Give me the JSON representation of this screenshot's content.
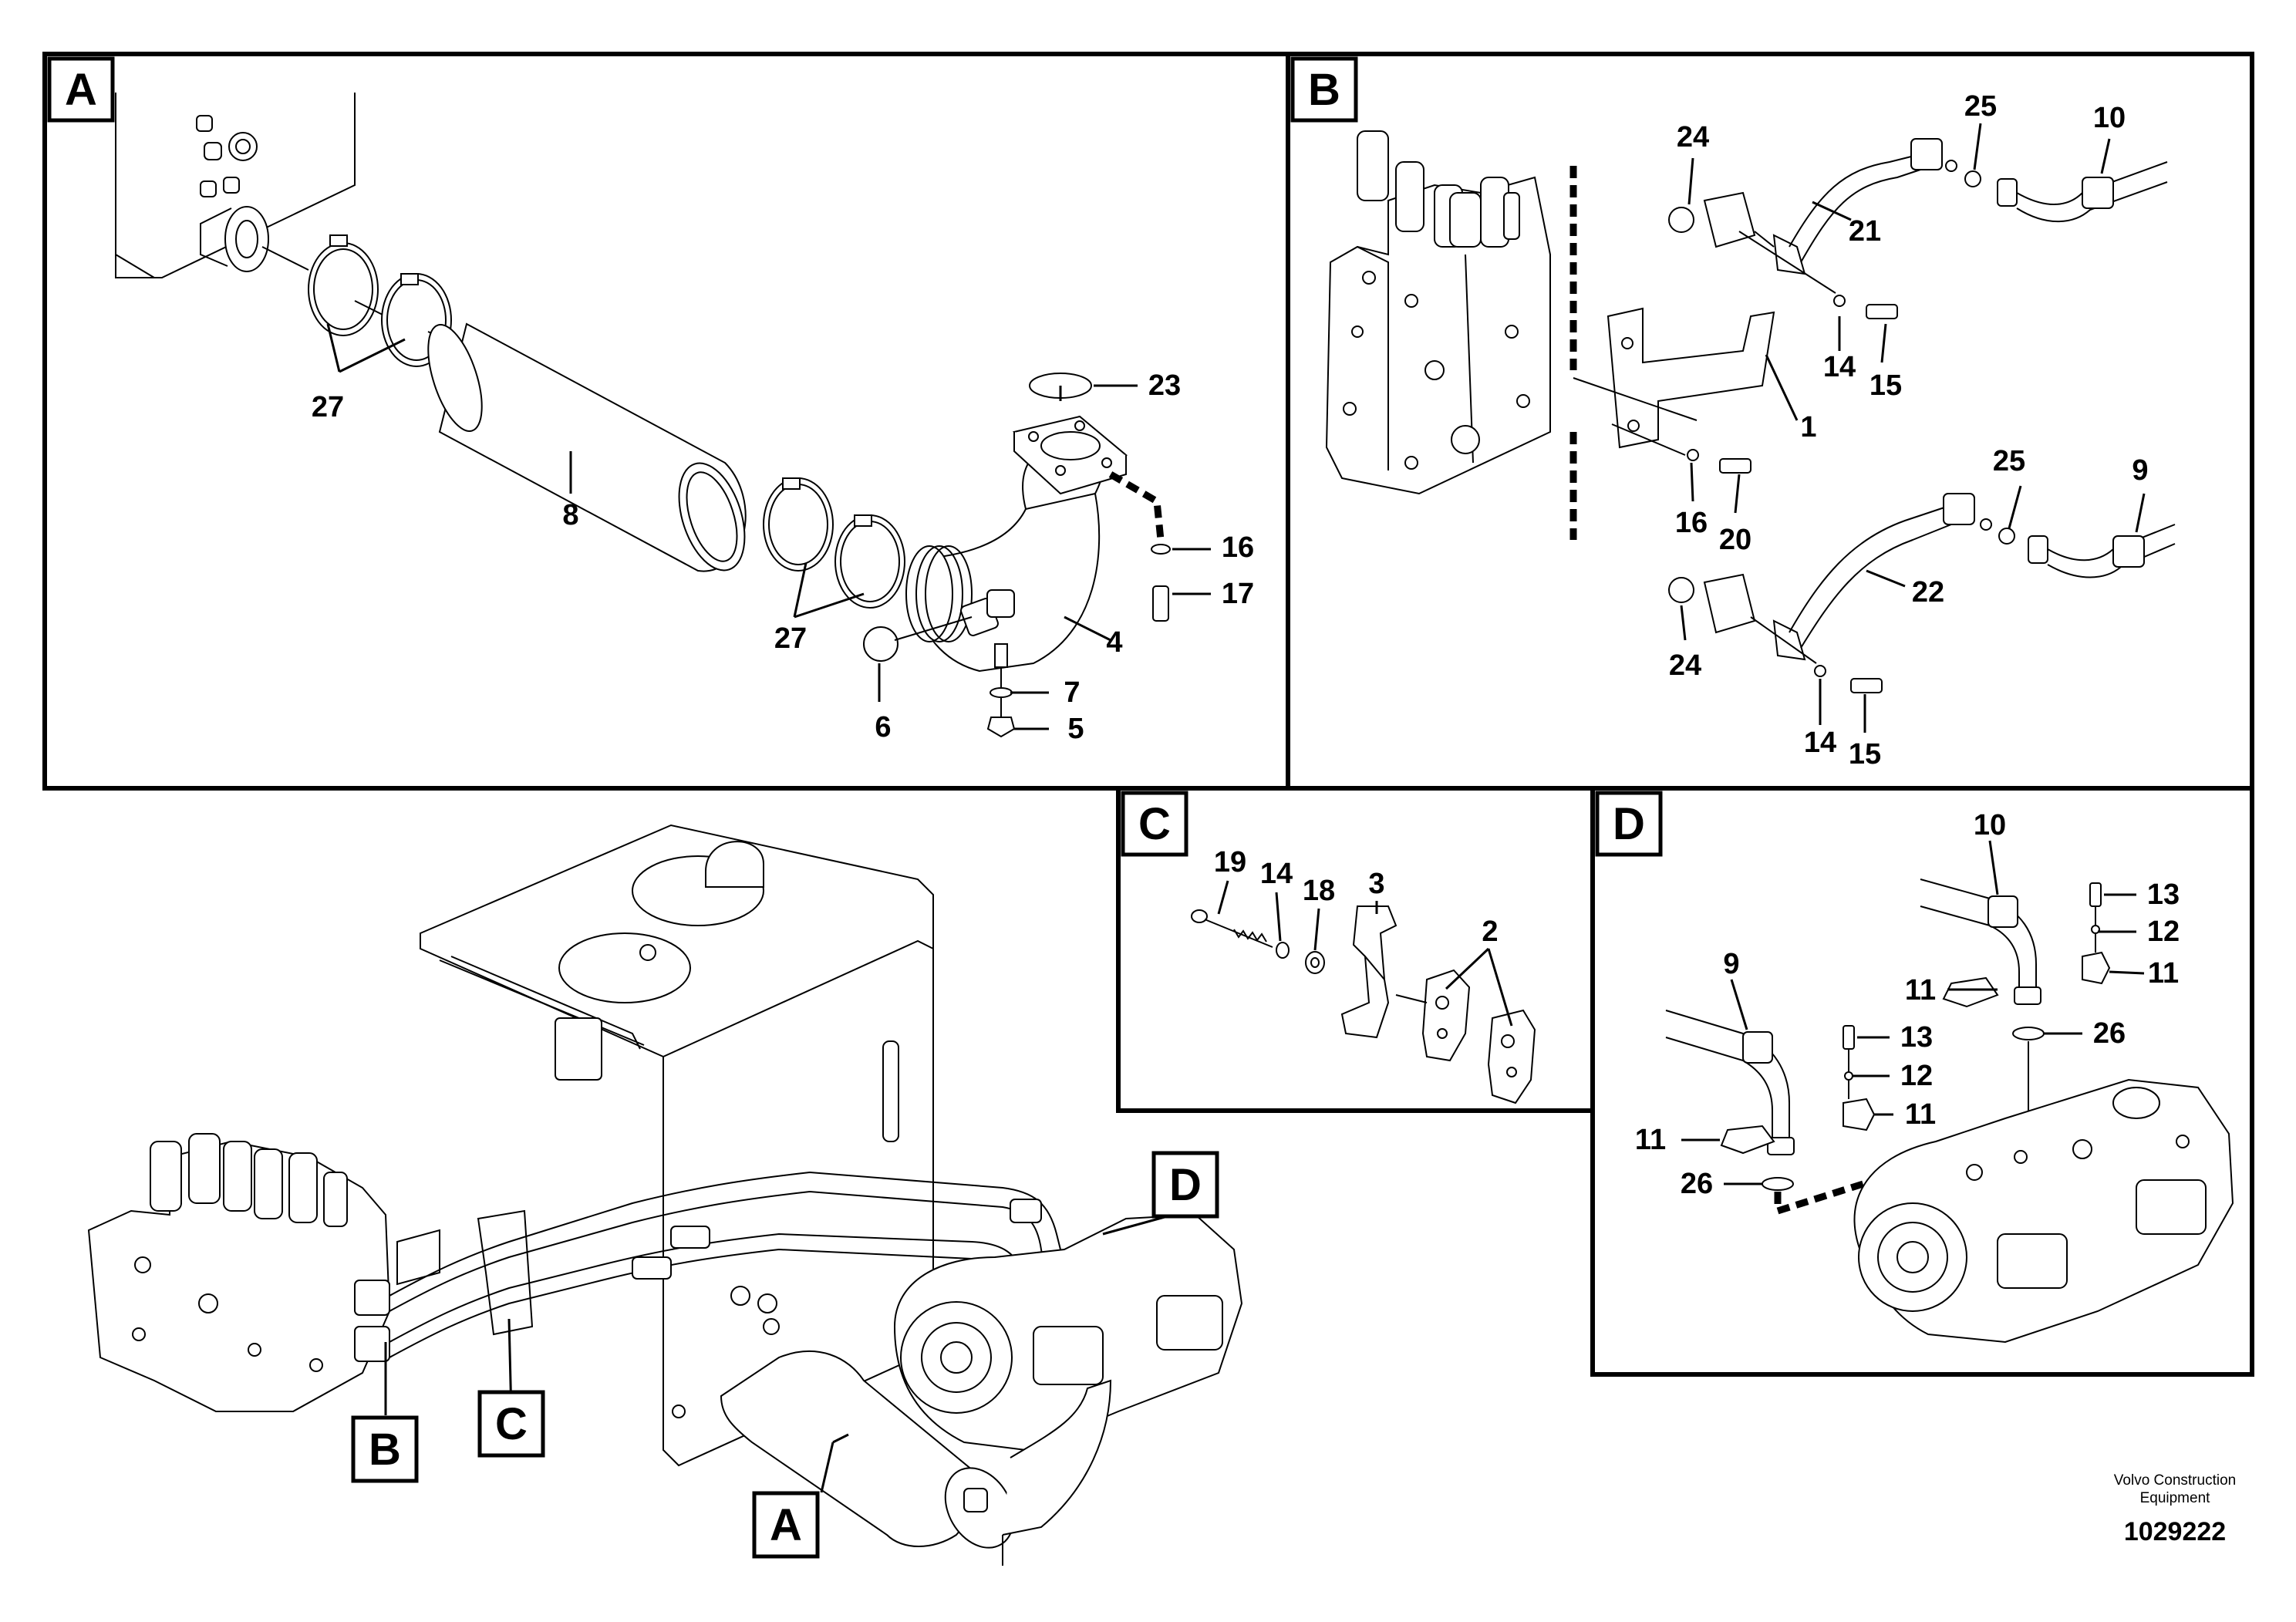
{
  "panels": {
    "a": {
      "label": "A"
    },
    "b": {
      "label": "B"
    },
    "c": {
      "label": "C"
    },
    "d": {
      "label": "D"
    }
  },
  "callouts": {
    "a": [
      "27",
      "27",
      "8",
      "23",
      "16",
      "17",
      "4",
      "7",
      "6",
      "5"
    ],
    "b": [
      "24",
      "25",
      "10",
      "21",
      "14",
      "15",
      "1",
      "16",
      "20",
      "25",
      "9",
      "22",
      "24",
      "14",
      "15"
    ],
    "c": [
      "19",
      "14",
      "18",
      "3",
      "2"
    ],
    "d": [
      "10",
      "13",
      "12",
      "11",
      "11",
      "26",
      "9",
      "13",
      "12",
      "11",
      "11",
      "26"
    ]
  },
  "overview_labels": {
    "a": "A",
    "b": "B",
    "c": "C",
    "d": "D"
  },
  "caption": {
    "line1": "Volvo Construction",
    "line2": "Equipment",
    "drawing_number": "1029222"
  }
}
